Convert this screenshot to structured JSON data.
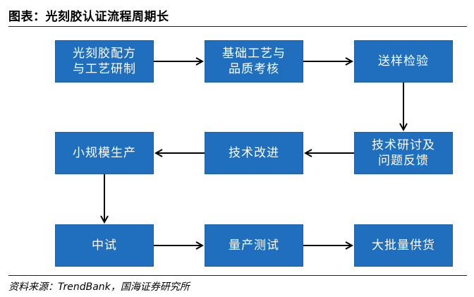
{
  "title": "图表：光刻胶认证流程周期长",
  "nodes": [
    {
      "id": "n1",
      "label": "光刻胶配方\n与工艺研制"
    },
    {
      "id": "n2",
      "label": "基础工艺与\n品质考核"
    },
    {
      "id": "n3",
      "label": "送样检验"
    },
    {
      "id": "n4",
      "label": "技术研讨及\n问题反馈"
    },
    {
      "id": "n5",
      "label": "技术改进"
    },
    {
      "id": "n6",
      "label": "小规模生产"
    },
    {
      "id": "n7",
      "label": "中试"
    },
    {
      "id": "n8",
      "label": "量产测试"
    },
    {
      "id": "n9",
      "label": "大批量供货"
    }
  ],
  "edges": [
    {
      "from": "n1",
      "to": "n2"
    },
    {
      "from": "n2",
      "to": "n3"
    },
    {
      "from": "n3",
      "to": "n4"
    },
    {
      "from": "n4",
      "to": "n5"
    },
    {
      "from": "n5",
      "to": "n6"
    },
    {
      "from": "n6",
      "to": "n7"
    },
    {
      "from": "n7",
      "to": "n8"
    },
    {
      "from": "n8",
      "to": "n9"
    }
  ],
  "source": "资料来源：TrendBank，国海证券研究所"
}
